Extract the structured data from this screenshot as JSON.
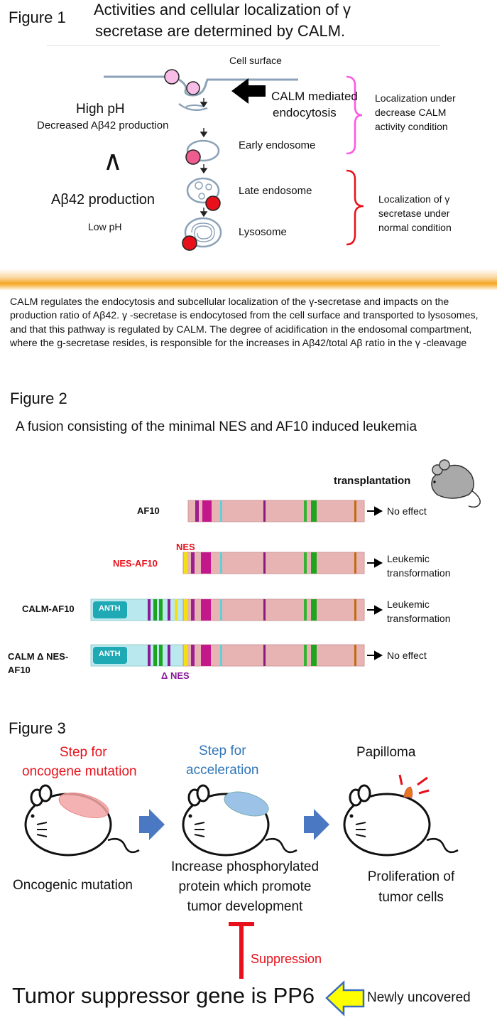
{
  "figure1": {
    "label": "Figure 1",
    "title_line1": "Activities and cellular localization of γ",
    "title_line2": "secretase are determined by CALM.",
    "cell_surface": "Cell surface",
    "calm_mediated_1": "CALM mediated",
    "calm_mediated_2": "endocytosis",
    "early_endosome": "Early endosome",
    "late_endosome": "Late endosome",
    "lysosome": "Lysosome",
    "high_ph": "High pH",
    "decreased_production": "Decreased Aβ42 production",
    "comparison": "∧",
    "abeta_production": "Aβ42 production",
    "low_ph": "Low pH",
    "bracket_top_1": "Localization under",
    "bracket_top_2": "decrease CALM",
    "bracket_top_3": "activity condition",
    "bracket_bottom_1": "Localization of γ",
    "bracket_bottom_2": "secretase under",
    "bracket_bottom_3": "normal condition",
    "caption": "CALM regulates the endocytosis and subcellular localization of the γ-secretase and impacts on the production ratio of Aβ42. γ -secretase is endocytosed from the cell surface and transported to lysosomes, and that this pathway is regulated by CALM. The degree of acidification in the endosomal compartment, where the g-secretase resides, is responsible for the increases in Aβ42/total Aβ ratio in the γ -cleavage"
  },
  "figure2": {
    "label": "Figure 2",
    "subtitle": "A fusion consisting of the minimal NES and AF10 induced leukemia",
    "transplantation": "transplantation",
    "nes_marker": "NES",
    "delta_nes_marker": "Δ NES",
    "anth": "ANTH",
    "rows": [
      {
        "name": "AF10",
        "outcome_1": "No effect",
        "outcome_2": ""
      },
      {
        "name": "NES-AF10",
        "outcome_1": "Leukemic",
        "outcome_2": "transformation"
      },
      {
        "name": "CALM-AF10",
        "outcome_1": "Leukemic",
        "outcome_2": "transformation"
      },
      {
        "name_1": "CALM Δ NES-",
        "name_2": "AF10",
        "outcome_1": "No effect",
        "outcome_2": ""
      }
    ]
  },
  "figure3": {
    "label": "Figure 3",
    "step1_1": "Step for",
    "step1_2": "oncogene mutation",
    "step2_1": "Step for",
    "step2_2": "acceleration",
    "papilloma": "Papilloma",
    "bottom1": "Oncogenic mutation",
    "bottom2_1": "Increase phosphorylated",
    "bottom2_2": "protein which promote",
    "bottom2_3": "tumor development",
    "bottom3_1": "Proliferation of",
    "bottom3_2": "tumor cells",
    "suppression": "Suppression",
    "conclusion": "Tumor suppressor gene is PP6",
    "newly": "Newly uncovered"
  },
  "colors": {
    "red": "#e8101a",
    "blue": "#2f75b5",
    "magenta_bracket": "#ff55e6",
    "orange_band": "#f5a623",
    "af10_body": "#e8b3b3",
    "calm_body": "#b9e8ee",
    "anth": "#1fa9b5",
    "arrow_blue": "#4a78c2",
    "yellow_arrow": "#ffff00"
  },
  "icons": [
    "black-arrow-icon",
    "mouse-icon",
    "yellow-arrow-icon",
    "block-arrow-icon"
  ]
}
